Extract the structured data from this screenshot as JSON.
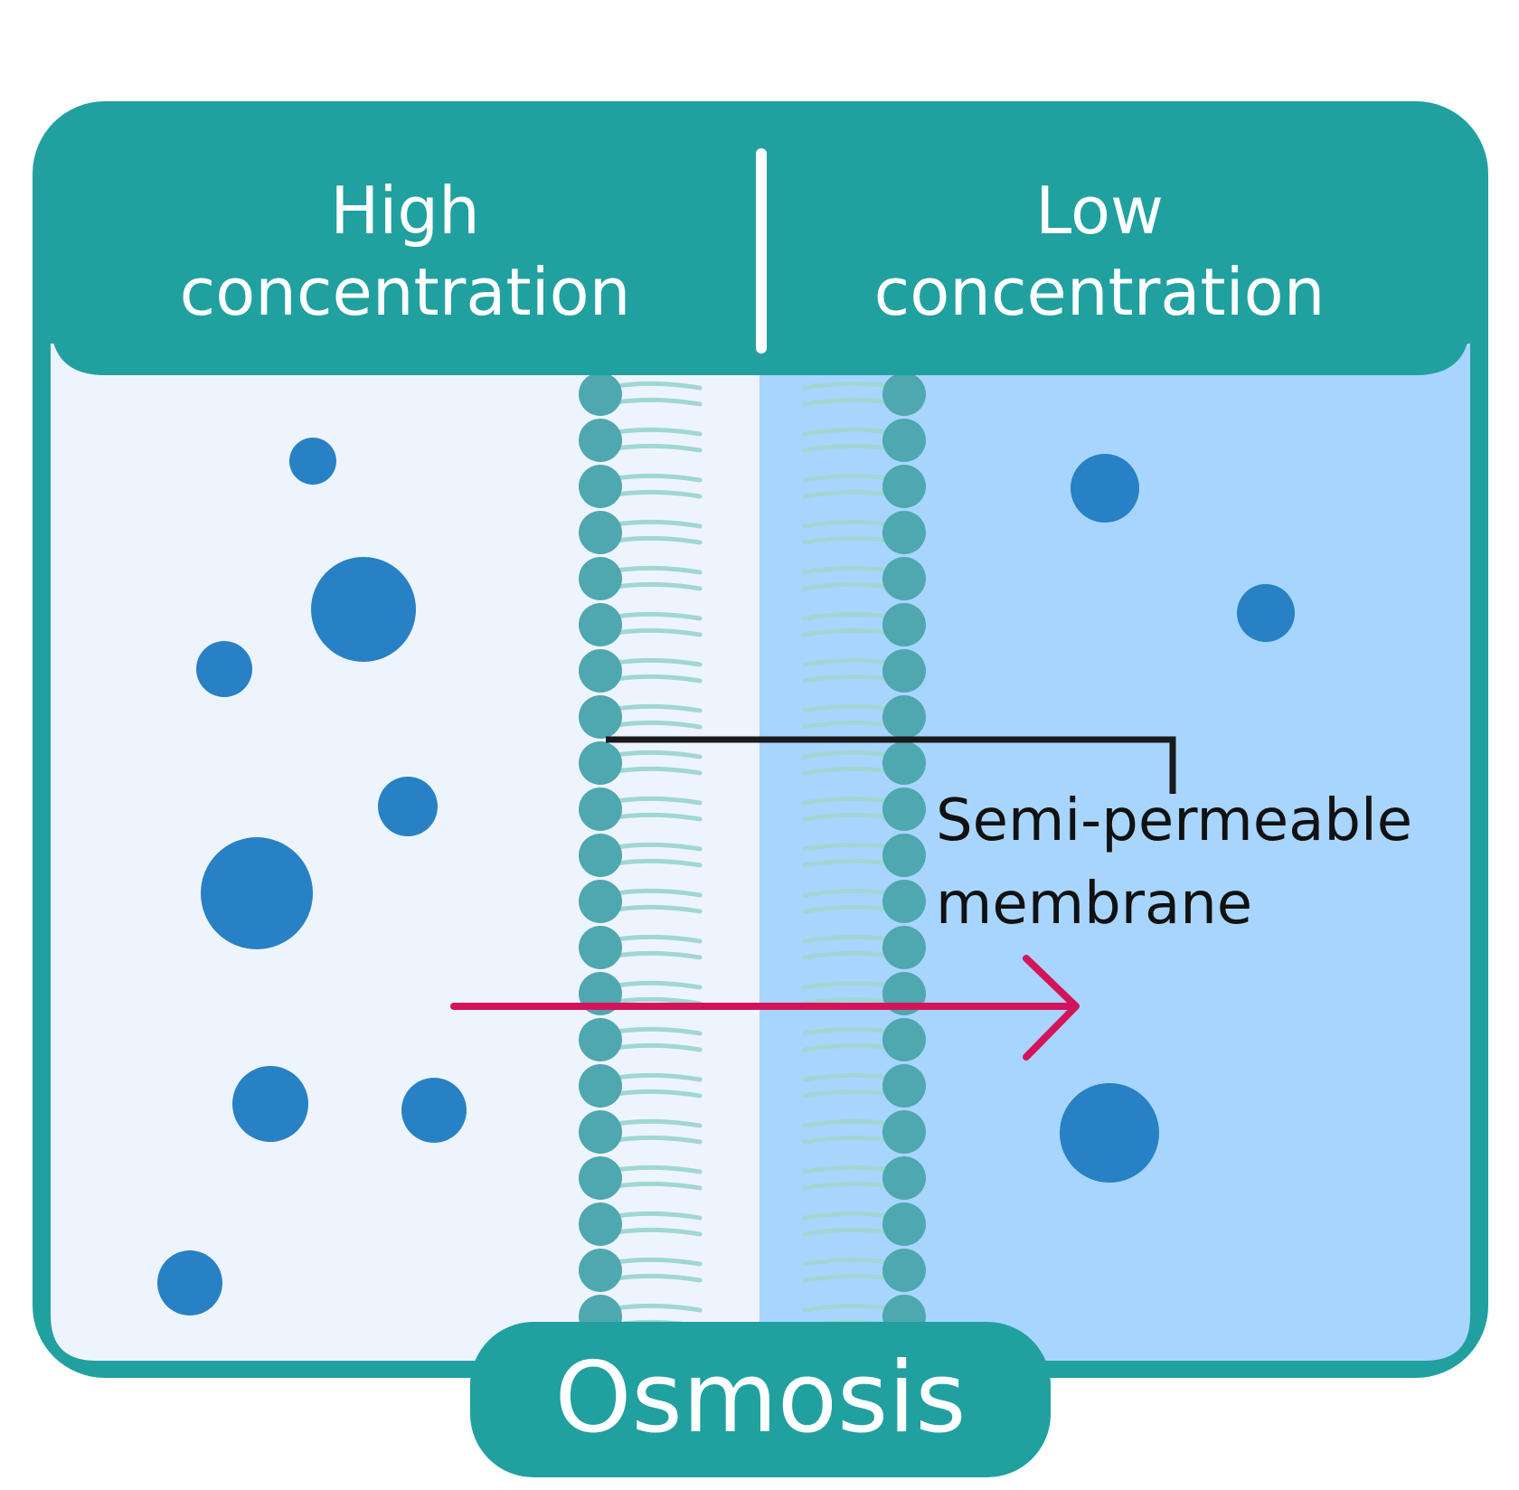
{
  "header": {
    "left_line1": "High",
    "left_line2": "concentration",
    "right_line1": "Low",
    "right_line2": "concentration"
  },
  "membrane": {
    "label_line1": "Semi-permeable",
    "label_line2": "membrane"
  },
  "title": "Osmosis",
  "colors": {
    "frame": "#21a0a0",
    "left_fluid": "#eef4fd",
    "right_fluid": "#a8d5fe",
    "solute": "#2781c4",
    "phospholipid_head": "#4fa7b0",
    "phospholipid_tail": "#9fd7d4",
    "arrow": "#d4145a",
    "callout_line": "#1a1a1a"
  },
  "arrow": {
    "direction": "left-to-right"
  }
}
